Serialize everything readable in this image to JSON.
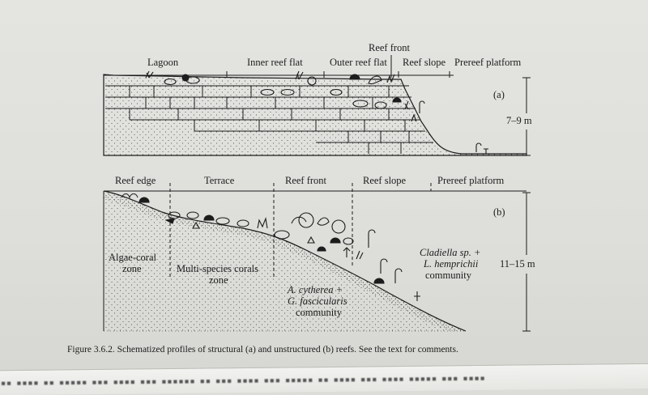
{
  "profile_a": {
    "zones": {
      "lagoon": "Lagoon",
      "inner_reef_flat": "Inner reef flat",
      "outer_reef_flat": "Outer reef flat",
      "reef_front": "Reef front",
      "reef_slope": "Reef slope",
      "prereef_platform": "Prereef platform"
    },
    "panel_label": "(a)",
    "depth": "7–9 m"
  },
  "profile_b": {
    "zones": {
      "reef_edge": "Reef edge",
      "terrace": "Terrace",
      "reef_front": "Reef front",
      "reef_slope": "Reef slope",
      "prereef_platform": "Prereef platform"
    },
    "panel_label": "(b)",
    "depth": "11–15 m",
    "communities": {
      "algae_coral_1": "Algae-coral",
      "algae_coral_2": "zone",
      "multi_species_1": "Multi-species corals",
      "multi_species_2": "zone",
      "acytherea_1": "A. cytherea +",
      "acytherea_2": "G. fascicularis",
      "acytherea_3": "community",
      "cladiella_1": "Cladiella sp. +",
      "cladiella_2": "L. hemprichii",
      "cladiella_3": "community"
    }
  },
  "caption": "Figure 3.6.2. Schematized profiles of structural (a) and unstructured (b) reefs. See the text for comments."
}
